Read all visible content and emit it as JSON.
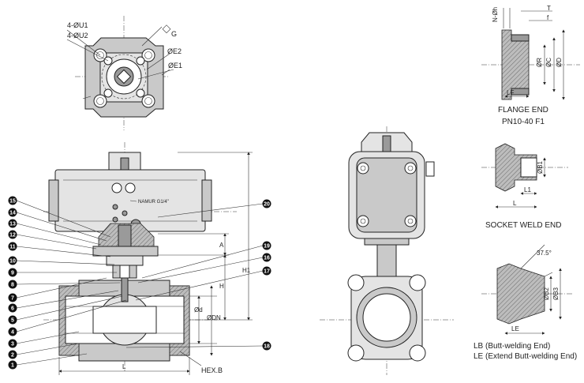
{
  "top_view": {
    "label_u1": "4-ØU1",
    "label_u2": "4-ØU2",
    "label_g": "G",
    "label_e2": "ØE2",
    "label_e1": "ØE1"
  },
  "front_view": {
    "namur_label": "NAMUR  G1/4\"",
    "dim_a": "A",
    "dim_h": "H",
    "dim_h1": "H1",
    "dim_d": "Ød",
    "dim_dn": "ØDN",
    "dim_l": "L",
    "hex_label": "HEX.B",
    "callouts_left": [
      "15",
      "14",
      "13",
      "12",
      "11",
      "10",
      "9",
      "8",
      "7",
      "6",
      "5",
      "4",
      "3",
      "2",
      "1"
    ],
    "callouts_right": [
      "20",
      "19",
      "16",
      "17",
      "18"
    ]
  },
  "flange_end": {
    "dim_n_h": "N-Øh",
    "dim_t": "T",
    "dim_f": "f",
    "dim_r": "ØR",
    "dim_c": "ØC",
    "dim_d": "ØD",
    "dim_lf": "LF",
    "title": "FLANGE END",
    "subtitle": "PN10-40 F1"
  },
  "socket_weld_end": {
    "dim_b1": "ØB1",
    "dim_l1": "L1",
    "dim_l": "L",
    "title": "SOCKET WELD END"
  },
  "butt_weld_end": {
    "angle": "37.5°",
    "dim_b2": "ØB2",
    "dim_b3": "ØB3",
    "dim_le": "LE",
    "note_lb": "LB (Butt-welding End)",
    "note_le": "LE (Extend Butt-welding End)"
  }
}
